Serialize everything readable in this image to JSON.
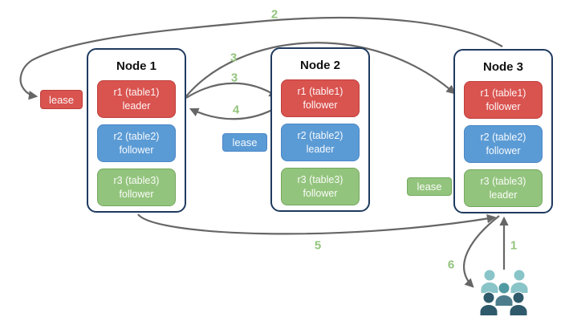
{
  "nodes": [
    {
      "name": "Node 1",
      "ranges": [
        {
          "label": "r1 (table1)",
          "role": "leader",
          "color": "red"
        },
        {
          "label": "r2 (table2)",
          "role": "follower",
          "color": "blue"
        },
        {
          "label": "r3 (table3)",
          "role": "follower",
          "color": "green"
        }
      ]
    },
    {
      "name": "Node 2",
      "ranges": [
        {
          "label": "r1 (table1)",
          "role": "follower",
          "color": "red"
        },
        {
          "label": "r2 (table2)",
          "role": "leader",
          "color": "blue"
        },
        {
          "label": "r3 (table3)",
          "role": "follower",
          "color": "green"
        }
      ]
    },
    {
      "name": "Node 3",
      "ranges": [
        {
          "label": "r1 (table1)",
          "role": "follower",
          "color": "red"
        },
        {
          "label": "r2 (table2)",
          "role": "follower",
          "color": "blue"
        },
        {
          "label": "r3 (table3)",
          "role": "leader",
          "color": "green"
        }
      ]
    }
  ],
  "leases": [
    {
      "label": "lease",
      "color": "red"
    },
    {
      "label": "lease",
      "color": "blue"
    },
    {
      "label": "lease",
      "color": "green"
    }
  ],
  "steps": [
    {
      "label": "1"
    },
    {
      "label": "2"
    },
    {
      "label": "3"
    },
    {
      "label": "3"
    },
    {
      "label": "4"
    },
    {
      "label": "5"
    },
    {
      "label": "6"
    }
  ],
  "icons": {
    "users": "users-group-icon"
  },
  "colors": {
    "red_fill": "#d9534f",
    "red_border": "#bf403d",
    "blue_fill": "#5b9bd5",
    "blue_border": "#4a86c5",
    "green_fill": "#93c47d",
    "green_border": "#73a85e",
    "node_border": "#1f3a5f",
    "arrow": "#666666",
    "step_label": "#93c47d",
    "users_light": "#89c4c8",
    "users_mid": "#4f9aa2",
    "users_midbody": "#4d7c8c",
    "users_dark": "#2e5a6b"
  }
}
